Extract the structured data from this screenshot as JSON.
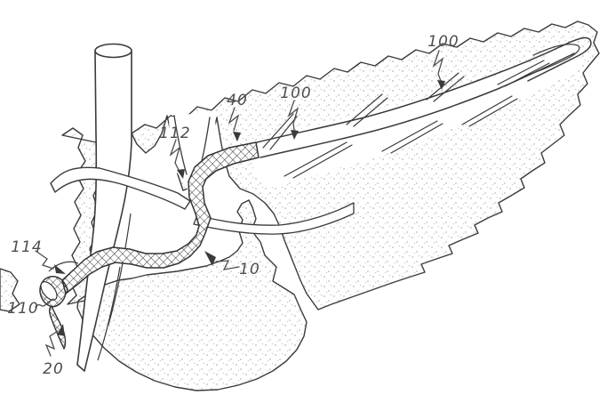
{
  "figure": {
    "kind": "patent-line-drawing",
    "subject": "pancreas with braided mesh stent in pancreatic duct",
    "colors": {
      "background": "#ffffff",
      "line": "#3a3a3a",
      "label_text": "#4d4d4d",
      "stipple_dot": "#808080"
    }
  },
  "labels": {
    "tail_100": {
      "text": "100"
    },
    "body_100": {
      "text": "100"
    },
    "stent_40": {
      "text": "40"
    },
    "duct_112": {
      "text": "112"
    },
    "stent_10": {
      "text": "10"
    },
    "outlet_114": {
      "text": "114"
    },
    "flare_110": {
      "text": "110"
    },
    "papilla_20": {
      "text": "20"
    }
  }
}
